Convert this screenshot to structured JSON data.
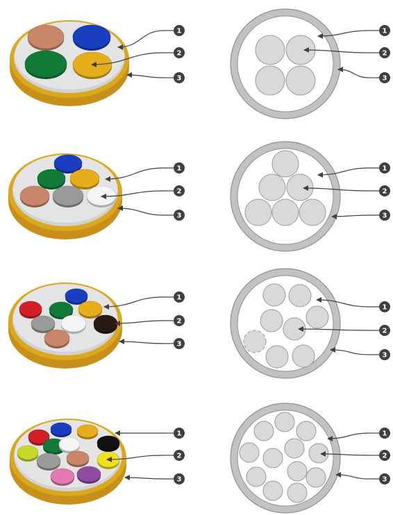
{
  "colors": {
    "jacket_outer": "#d9a81e",
    "jacket_side": "#c8901a",
    "disc_top": "#e4e4e4",
    "disc_side": "#d2d2d2",
    "section_jacket": "#c2c2c2",
    "section_jacket_stroke": "#8f8f8f",
    "section_core": "#d9d9d9",
    "section_core_stroke": "#9a9a9a",
    "badge": "#404040",
    "leader": "#404040"
  },
  "rows": [
    {
      "cores_3d": [
        {
          "color": "#c8876a"
        },
        {
          "color": "#1a3ec0"
        },
        {
          "color": "#117a36"
        },
        {
          "color": "#e6ad1c"
        }
      ],
      "callouts_3d": [
        "1",
        "2",
        "3"
      ],
      "callouts_section": [
        "1",
        "2",
        "3"
      ],
      "section_core_count": 4
    },
    {
      "cores_3d": [
        {
          "color": "#1a3ec0"
        },
        {
          "color": "#117a36"
        },
        {
          "color": "#e6ad1c"
        },
        {
          "color": "#c8876a"
        },
        {
          "color": "#9a9a9a"
        },
        {
          "color": "#f4f4f4"
        }
      ],
      "callouts_3d": [
        "1",
        "2",
        "3"
      ],
      "callouts_section": [
        "1",
        "2",
        "3"
      ],
      "section_core_count": 6
    },
    {
      "cores_3d": [
        {
          "color": "#1a3ec0"
        },
        {
          "color": "#d21f26"
        },
        {
          "color": "#117a36"
        },
        {
          "color": "#e6ad1c"
        },
        {
          "color": "#9a9a9a"
        },
        {
          "color": "#f4f4f4"
        },
        {
          "color": "#2a1a14"
        },
        {
          "color": "#c8876a"
        }
      ],
      "callouts_3d": [
        "1",
        "2",
        "3"
      ],
      "callouts_section": [
        "1",
        "2",
        "3"
      ],
      "section_core_count": 8
    },
    {
      "cores_3d": [
        {
          "color": "#1a3ec0"
        },
        {
          "color": "#d21f26"
        },
        {
          "color": "#e6ad1c"
        },
        {
          "color": "#117a36"
        },
        {
          "color": "#c7d82a"
        },
        {
          "color": "#111111"
        },
        {
          "color": "#f4f4f4"
        },
        {
          "color": "#9a9a9a"
        },
        {
          "color": "#c8876a"
        },
        {
          "color": "#f0e020"
        },
        {
          "color": "#e07ab0"
        },
        {
          "color": "#8e4ba0"
        }
      ],
      "callouts_3d": [
        "1",
        "2",
        "3"
      ],
      "callouts_section": [
        "1",
        "2",
        "3"
      ],
      "section_core_count": 12
    }
  ]
}
